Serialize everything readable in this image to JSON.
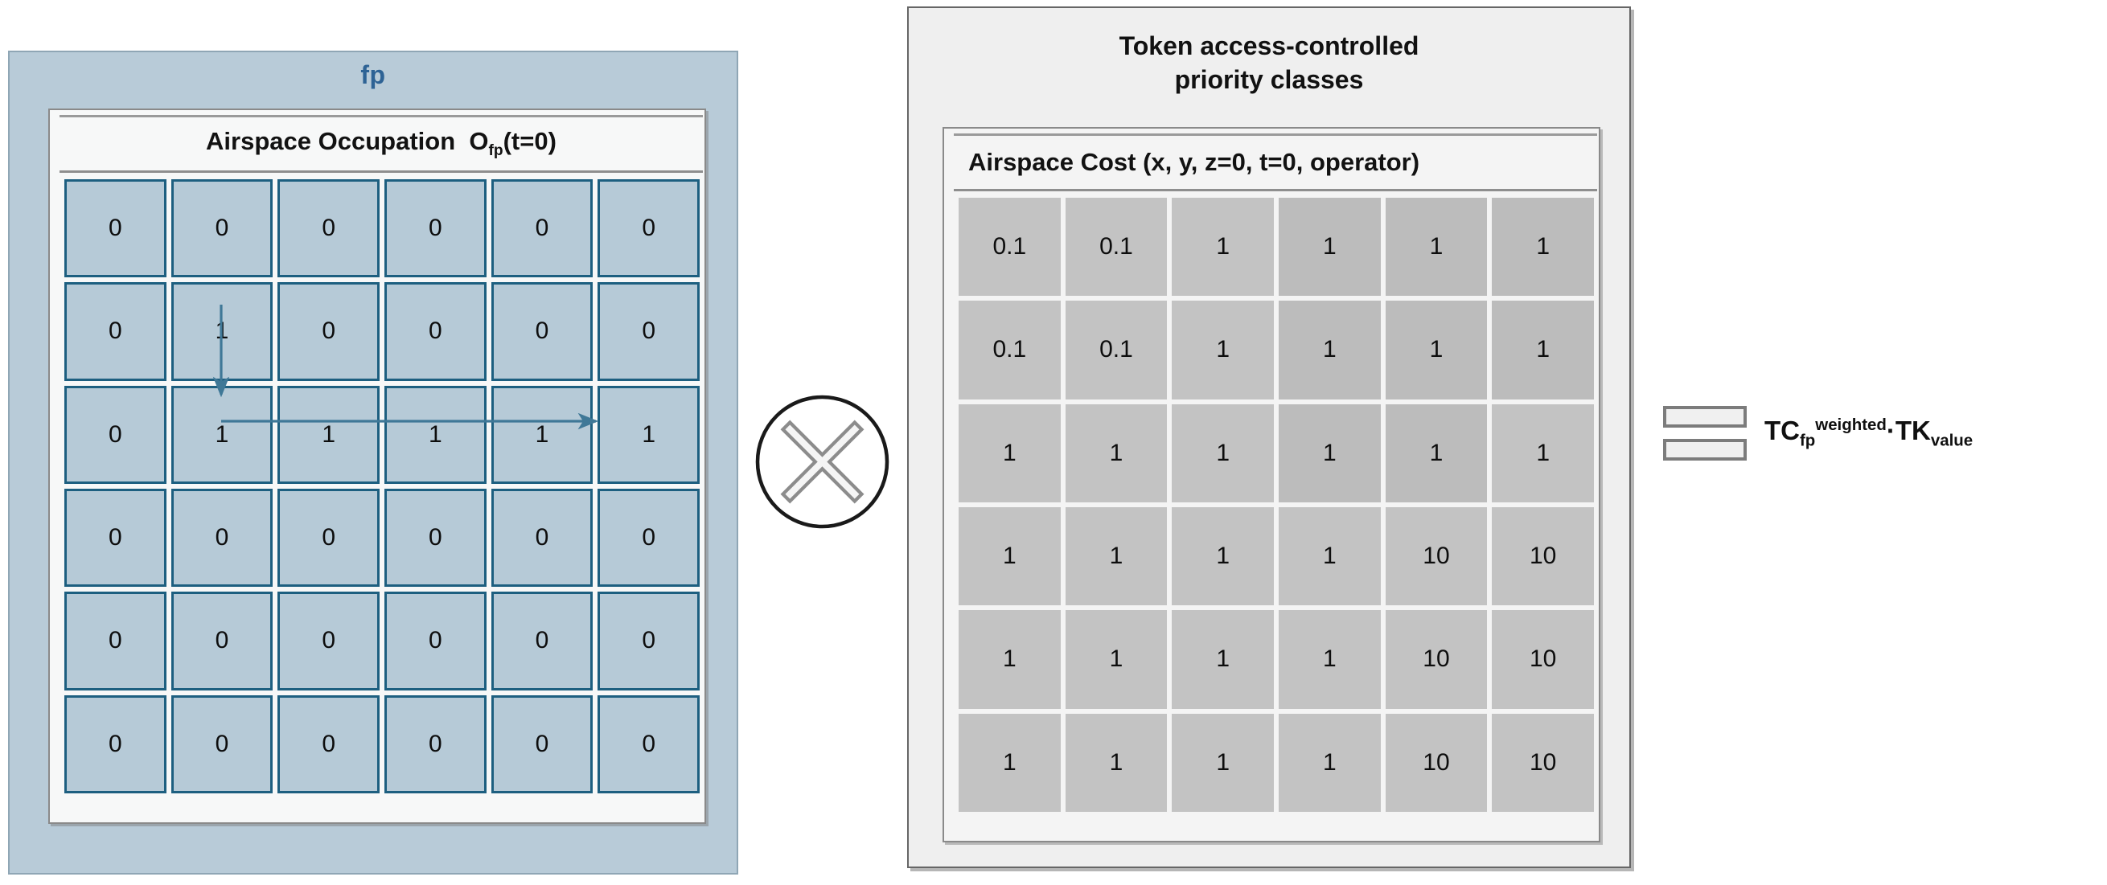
{
  "left_panel": {
    "title": "fp",
    "title_color": "#2e6395",
    "table_header": {
      "prefix": "Airspace Occupation  O",
      "subscript": "fp",
      "suffix": "(t=0)"
    },
    "grid": {
      "rows": 6,
      "cols": 6,
      "values": [
        [
          "0",
          "0",
          "0",
          "0",
          "0",
          "0"
        ],
        [
          "0",
          "1",
          "0",
          "0",
          "0",
          "0"
        ],
        [
          "0",
          "1",
          "1",
          "1",
          "1",
          "1"
        ],
        [
          "0",
          "0",
          "0",
          "0",
          "0",
          "0"
        ],
        [
          "0",
          "0",
          "0",
          "0",
          "0",
          "0"
        ],
        [
          "0",
          "0",
          "0",
          "0",
          "0",
          "0"
        ]
      ],
      "cell_fill": "#b6cad7",
      "cell_border": "#1d5f80"
    },
    "panel_fill": "#b8cbd8",
    "arrows": [
      {
        "name": "vertical-flight-path-arrow",
        "from": "r2c2",
        "to": "r3c2",
        "direction": "down"
      },
      {
        "name": "horizontal-flight-path-arrow",
        "from": "r3c2",
        "to": "r3c6",
        "direction": "right"
      }
    ]
  },
  "operator": {
    "symbol_name": "multiply-circle-icon",
    "glyph": "✕"
  },
  "right_panel": {
    "title_line1": "Token access-controlled",
    "title_line2": "priority classes",
    "table_header": "Airspace Cost (x, y, z=0, t=0, operator)",
    "grid": {
      "rows": 6,
      "cols": 6,
      "values": [
        [
          "0.1",
          "0.1",
          "1",
          "1",
          "1",
          "1"
        ],
        [
          "0.1",
          "0.1",
          "1",
          "1",
          "1",
          "1"
        ],
        [
          "1",
          "1",
          "1",
          "1",
          "1",
          "1"
        ],
        [
          "1",
          "1",
          "1",
          "1",
          "10",
          "10"
        ],
        [
          "1",
          "1",
          "1",
          "1",
          "10",
          "10"
        ],
        [
          "1",
          "1",
          "1",
          "1",
          "10",
          "10"
        ]
      ],
      "cell_fill": "#c3c3c3"
    },
    "panel_fill": "#efefef"
  },
  "legend": {
    "equals_symbol_name": "equals-sign-icon",
    "formula": {
      "base1": "TC",
      "base1_sub": "fp",
      "base1_sup": "weighted",
      "operator": "·",
      "base2": "TK",
      "base2_sub": "value"
    }
  },
  "chart_data": {
    "type": "heatmap",
    "title": "Airspace occupation × token access-controlled priority classes",
    "grids": [
      {
        "name": "Airspace Occupation O_fp(t=0)",
        "rows": 6,
        "cols": 6,
        "values": [
          [
            0,
            0,
            0,
            0,
            0,
            0
          ],
          [
            0,
            1,
            0,
            0,
            0,
            0
          ],
          [
            0,
            1,
            1,
            1,
            1,
            1
          ],
          [
            0,
            0,
            0,
            0,
            0,
            0
          ],
          [
            0,
            0,
            0,
            0,
            0,
            0
          ],
          [
            0,
            0,
            0,
            0,
            0,
            0
          ]
        ]
      },
      {
        "name": "Airspace Cost (x, y, z=0, t=0, operator)",
        "rows": 6,
        "cols": 6,
        "values": [
          [
            0.1,
            0.1,
            1,
            1,
            1,
            1
          ],
          [
            0.1,
            0.1,
            1,
            1,
            1,
            1
          ],
          [
            1,
            1,
            1,
            1,
            1,
            1
          ],
          [
            1,
            1,
            1,
            1,
            10,
            10
          ],
          [
            1,
            1,
            1,
            1,
            10,
            10
          ],
          [
            1,
            1,
            1,
            1,
            10,
            10
          ]
        ]
      }
    ],
    "operation": "elementwise-multiply",
    "result_label": "TC_fp^weighted · TK_value"
  }
}
